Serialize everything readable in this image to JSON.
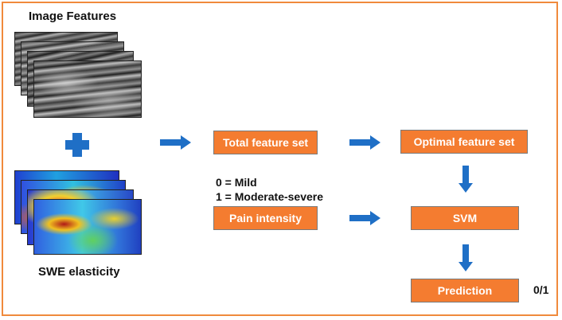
{
  "inputs": {
    "image_features_label": "Image Features",
    "swe_label": "SWE elasticity"
  },
  "pipeline": {
    "total_feature_set": "Total feature set",
    "optimal_feature_set": "Optimal feature set",
    "pain_intensity": "Pain intensity",
    "svm": "SVM",
    "prediction": "Prediction",
    "output_value": "0/1"
  },
  "legend": {
    "line1": "0 = Mild",
    "line2": "1 = Moderate-severe"
  },
  "colors": {
    "box_fill": "#f47c30",
    "arrow": "#1f6fc6",
    "frame": "#f08a3c"
  },
  "icons": {
    "plus": "plus-icon",
    "arrow": "arrow-icon"
  }
}
